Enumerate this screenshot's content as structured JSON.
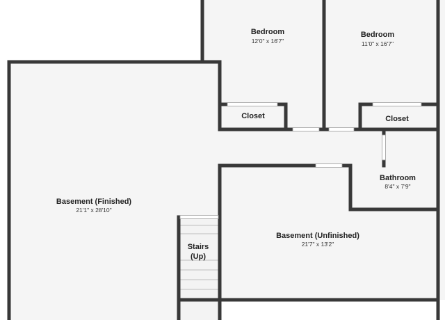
{
  "rooms": {
    "bedroom_left": {
      "name": "Bedroom",
      "dims": "12'0\" x 16'7\""
    },
    "bedroom_right": {
      "name": "Bedroom",
      "dims": "11'0\" x 16'7\""
    },
    "closet_left": {
      "name": "Closet"
    },
    "closet_right": {
      "name": "Closet"
    },
    "bathroom": {
      "name": "Bathroom",
      "dims": "8'4\" x 7'9\""
    },
    "basement_finished": {
      "name": "Basement (Finished)",
      "dims": "21'1\" x 28'10\""
    },
    "basement_unfinished": {
      "name": "Basement (Unfinished)",
      "dims": "21'7\" x 13'2\""
    },
    "stairs": {
      "line1": "Stairs",
      "line2": "(Up)"
    }
  },
  "colors": {
    "wall": "#383838",
    "floor": "#f5f5f5",
    "background": "#ffffff",
    "text": "#222222"
  }
}
